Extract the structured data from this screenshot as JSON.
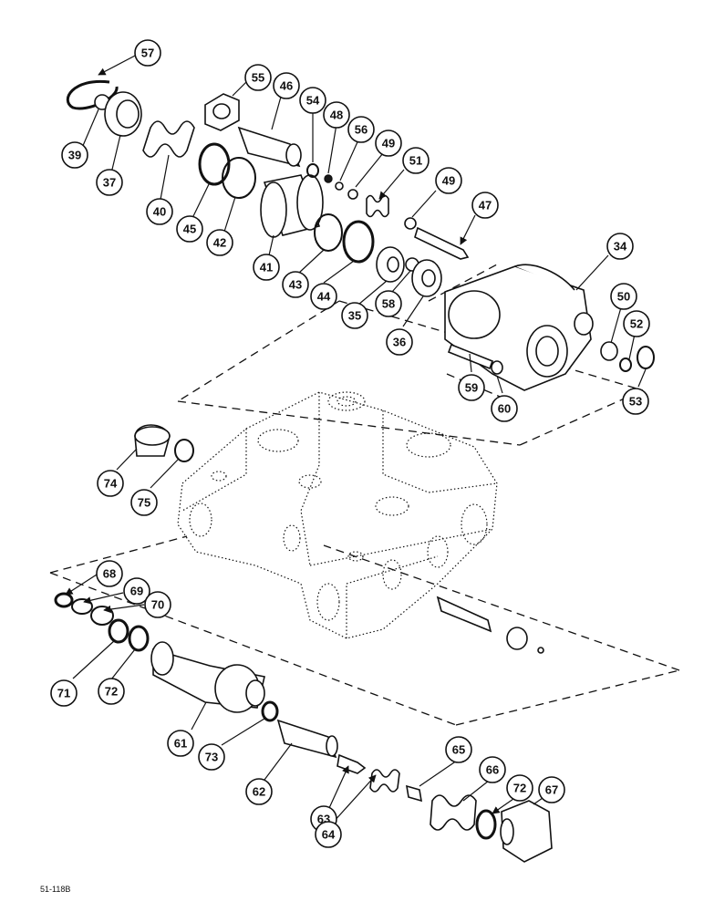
{
  "drawing_ref": "51-118B",
  "callouts": [
    "57",
    "55",
    "46",
    "54",
    "48",
    "56",
    "49",
    "51",
    "49",
    "47",
    "39",
    "37",
    "40",
    "45",
    "42",
    "41",
    "43",
    "44",
    "35",
    "58",
    "36",
    "34",
    "50",
    "52",
    "53",
    "59",
    "60",
    "74",
    "75",
    "68",
    "69",
    "70",
    "71",
    "72",
    "61",
    "73",
    "62",
    "63",
    "64",
    "65",
    "66",
    "72",
    "67"
  ]
}
